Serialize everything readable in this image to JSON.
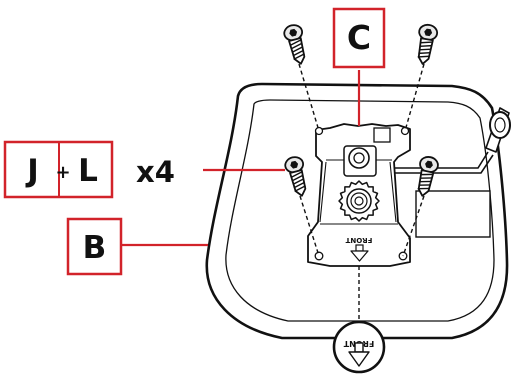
{
  "colors": {
    "callout_red": "#d2232a",
    "line": "#111111",
    "part_fill": "#ffffff",
    "screw_fill": "#e9e9e9",
    "background": "#ffffff"
  },
  "callouts": {
    "mechanism": "C",
    "seat": "B",
    "screw_left": "J",
    "screw_right": "L",
    "screw_joiner": "+",
    "screw_quantity": "x4"
  },
  "labels": {
    "front_on_plate": "FRONT",
    "front_badge": "FRONT"
  },
  "icons": {
    "screw": "screw-icon",
    "direction": "arrow-down-icon"
  }
}
